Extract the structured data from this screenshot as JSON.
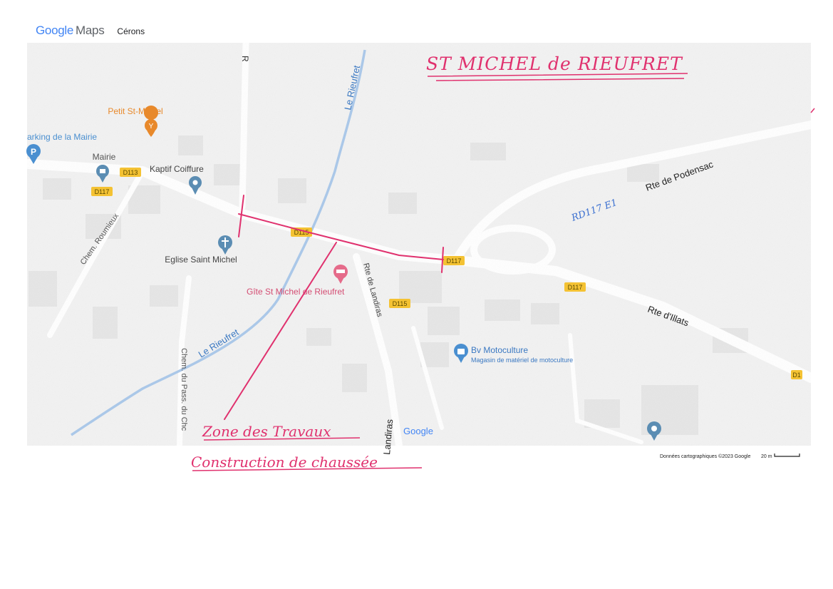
{
  "header": {
    "logo": "Google",
    "logo_suffix": "Maps",
    "place": "Cérons"
  },
  "map": {
    "streets": {
      "rte_podensac": "Rte de Podensac",
      "rte_illats": "Rte d'Illats",
      "rte_landiras": "Rte de Landiras",
      "landiras": "Landiras",
      "chem_roumieux": "Chem. Roumieux",
      "chem_pass": "Chem. du Pass. du Chc",
      "le_rieufret_top": "Le Rieufret",
      "le_rieufret_bottom": "Le Rieufret",
      "r_cut": "R"
    },
    "road_badges": {
      "d113_a": "D113",
      "d117_a": "D117",
      "d115_a": "D115",
      "d117_b": "D117",
      "d115_b": "D115",
      "d117_c": "D117",
      "d1_edge": "D1"
    },
    "pois": {
      "petit_st_michel": "Petit St-Michel",
      "parking": "arking de la Mairie",
      "mairie": "Mairie",
      "kaptif": "Kaptif Coiffure",
      "eglise": "Eglise Saint Michel",
      "gite": "Gîte St Michel de Rieufret",
      "motoculture": "Bv Motoculture",
      "motoculture_sub": "Magasin de matériel de motoculture"
    },
    "watermark": "Google",
    "attribution": "Données cartographiques ©2023 Google",
    "scale_label": "20 m",
    "colors": {
      "annotation": "#e0316e",
      "water": "#aac8ea",
      "road": "#ffffff",
      "badge": "#f4c233",
      "poi_blue": "#4a8fd0",
      "poi_orange": "#e8892b",
      "poi_pink": "#e56b8a"
    }
  },
  "annotations": {
    "title": "ST MICHEL de RIEUFRET",
    "blue_note": "RD117 E1",
    "zone_line1": "Zone des Travaux",
    "zone_line2": "Construction de chaussée"
  }
}
